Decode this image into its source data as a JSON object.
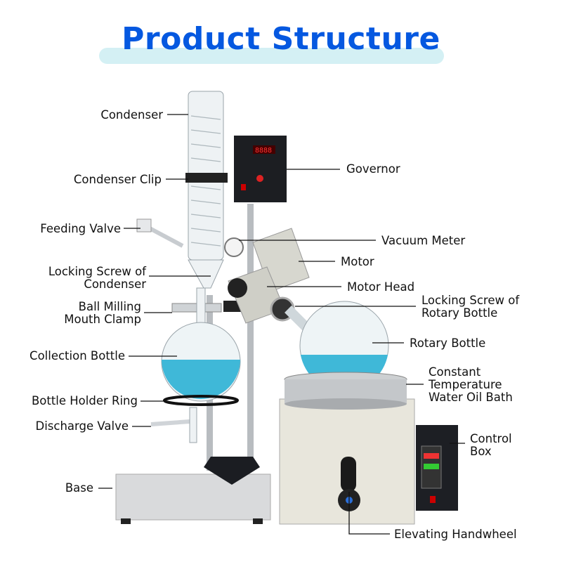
{
  "title": "Product Structure",
  "colors": {
    "title": "#0558e0",
    "title_bar": "#d4f0f4",
    "liquid": "#3fb8d8"
  },
  "labels": {
    "condenser": "Condenser",
    "condenser_clip": "Condenser Clip",
    "feeding_valve": "Feeding Valve",
    "locking_screw_condenser": [
      "Locking Screw of",
      "Condenser"
    ],
    "ball_milling_clamp": [
      "Ball Milling",
      "Mouth Clamp"
    ],
    "collection_bottle": "Collection Bottle",
    "bottle_holder_ring": "Bottle Holder Ring",
    "discharge_valve": "Discharge Valve",
    "base": "Base",
    "governor": "Governor",
    "vacuum_meter": "Vacuum Meter",
    "motor": "Motor",
    "motor_head": "Motor Head",
    "locking_screw_rotary": [
      "Locking Screw of",
      "Rotary Bottle"
    ],
    "rotary_bottle": "Rotary Bottle",
    "water_oil_bath": [
      "Constant",
      "Temperature",
      "Water Oil Bath"
    ],
    "control_box": [
      "Control",
      "Box"
    ],
    "elevating_handwheel": "Elevating Handwheel"
  }
}
